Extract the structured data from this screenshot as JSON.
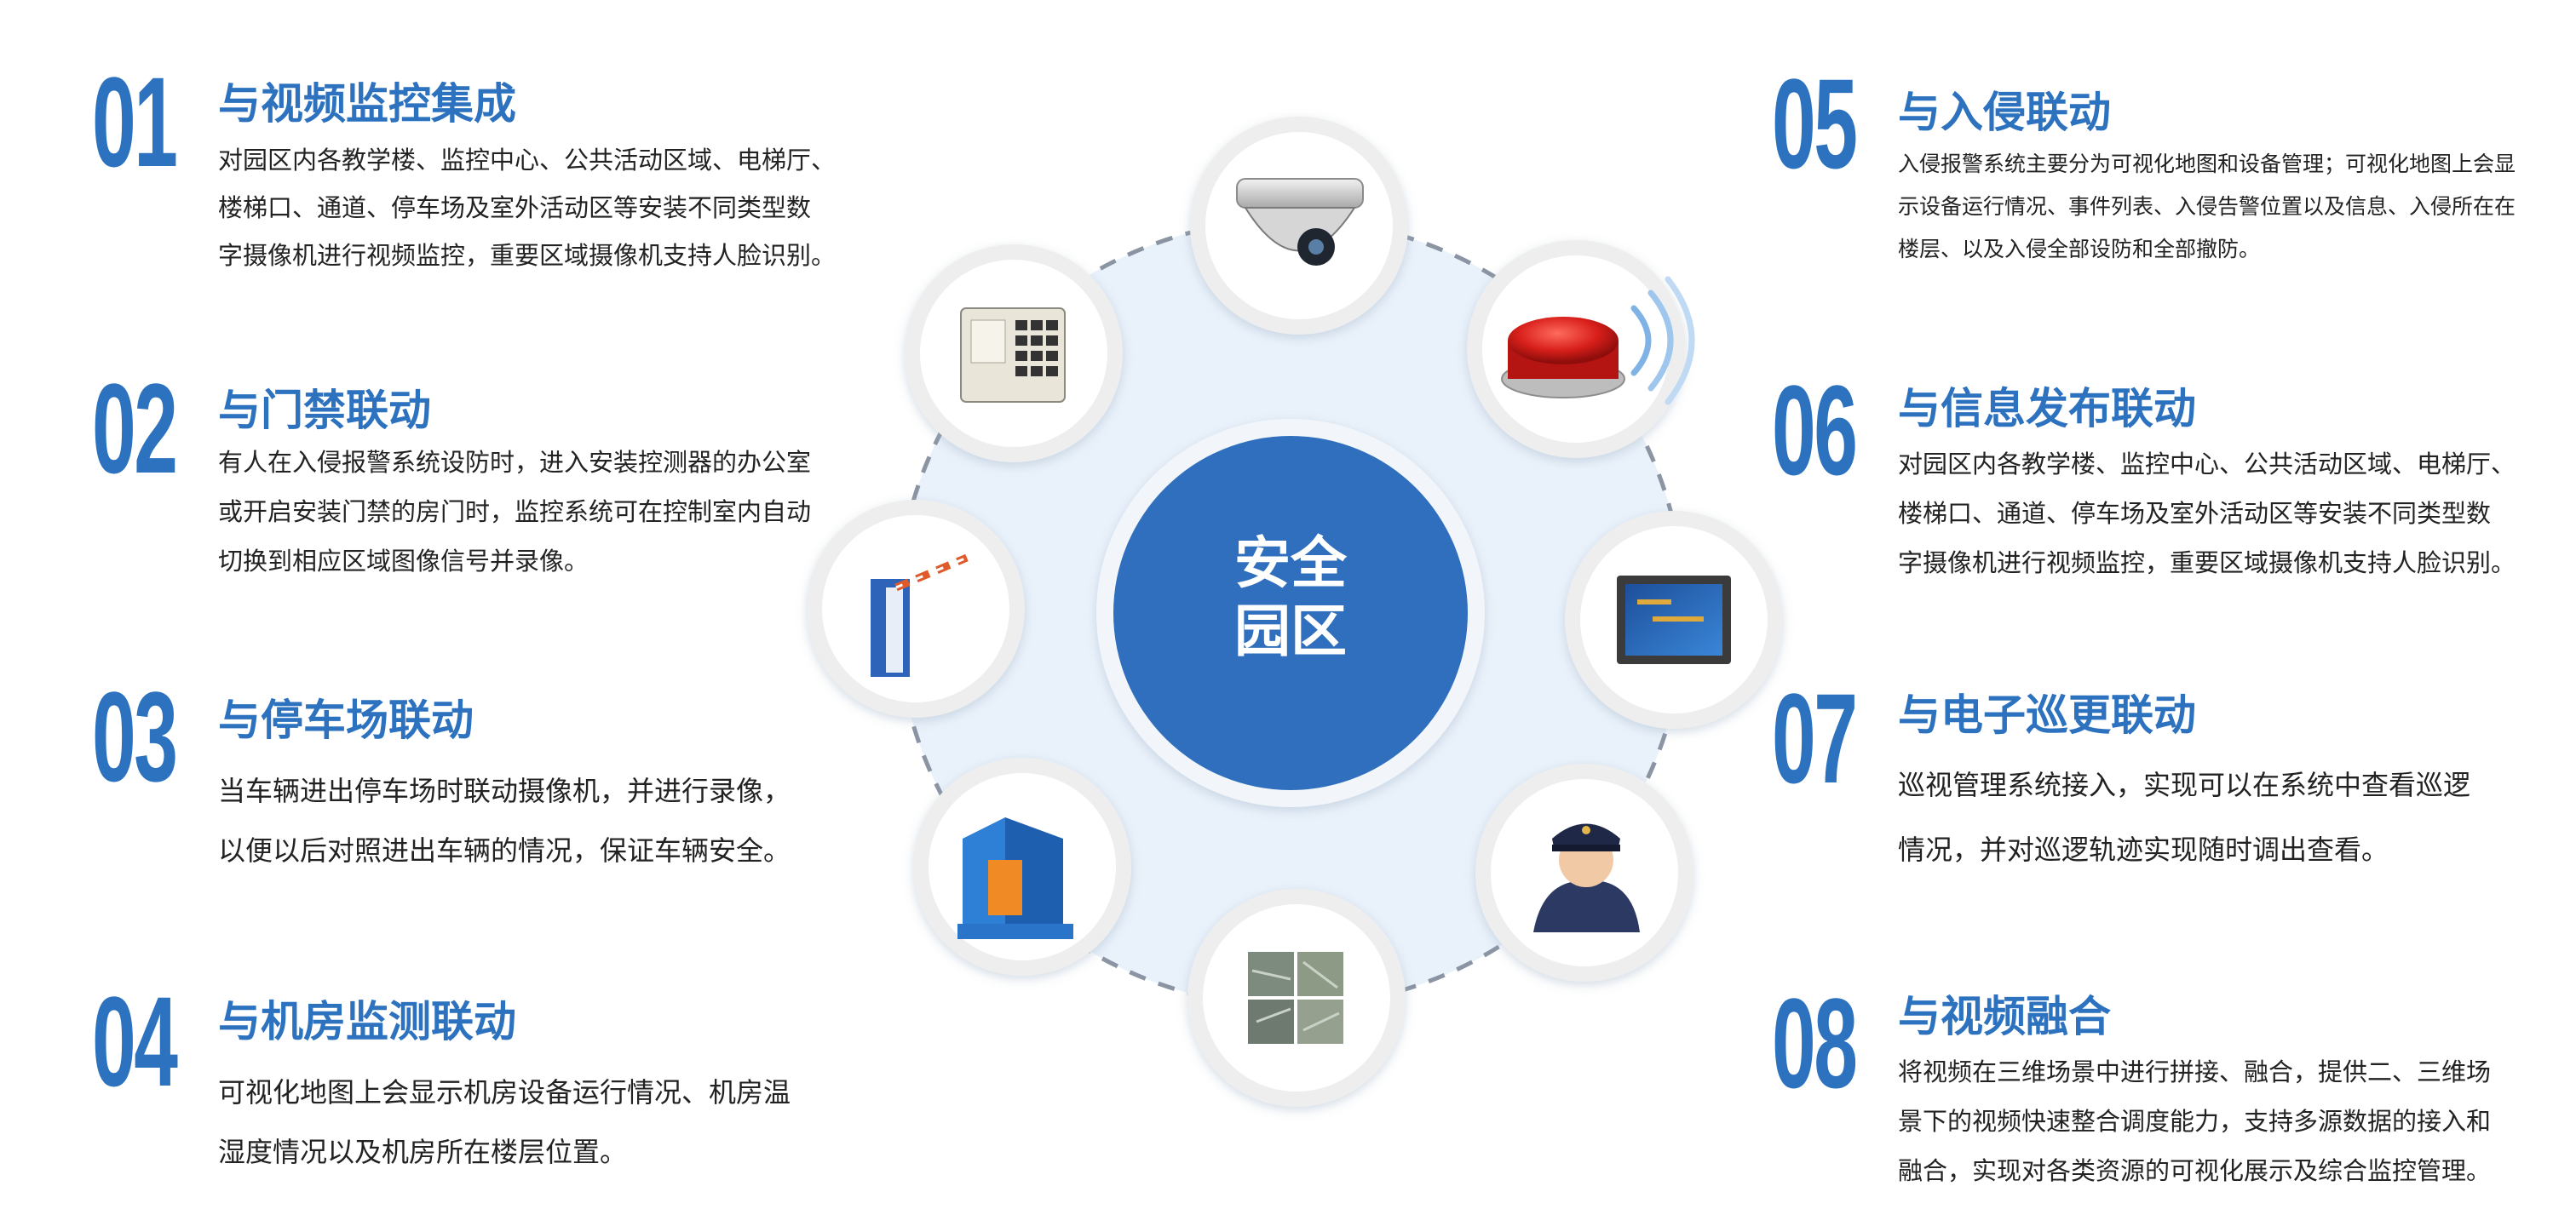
{
  "center": {
    "line1": "安全",
    "line2": "园区"
  },
  "colors": {
    "accent": "#2d72bf",
    "circle_bg": "#e9f1fa",
    "center_fill": "#2f6fbd"
  },
  "left_items": [
    {
      "number": "01",
      "title": "与视频监控集成",
      "desc": [
        "对园区内各教学楼、监控中心、公共活动区域、电梯厅、",
        "楼梯口、通道、停车场及室外活动区等安装不同类型数",
        "字摄像机进行视频监控，重要区域摄像机支持人脸识别。"
      ]
    },
    {
      "number": "02",
      "title": "与门禁联动",
      "desc": [
        "有人在入侵报警系统设防时，进入安装控测器的办公室",
        "或开启安装门禁的房门时，监控系统可在控制室内自动",
        "切换到相应区域图像信号并录像。"
      ]
    },
    {
      "number": "03",
      "title": "与停车场联动",
      "desc": [
        "当车辆进出停车场时联动摄像机，并进行录像，",
        "以便以后对照进出车辆的情况，保证车辆安全。"
      ]
    },
    {
      "number": "04",
      "title": "与机房监测联动",
      "desc": [
        "可视化地图上会显示机房设备运行情况、机房温",
        "湿度情况以及机房所在楼层位置。"
      ]
    }
  ],
  "right_items": [
    {
      "number": "05",
      "title": "与入侵联动",
      "desc": [
        "入侵报警系统主要分为可视化地图和设备管理；可视化地图上会显",
        "示设备运行情况、事件列表、入侵告警位置以及信息、入侵所在在",
        "楼层、以及入侵全部设防和全部撤防。"
      ]
    },
    {
      "number": "06",
      "title": "与信息发布联动",
      "desc": [
        "对园区内各教学楼、监控中心、公共活动区域、电梯厅、",
        "楼梯口、通道、停车场及室外活动区等安装不同类型数",
        "字摄像机进行视频监控，重要区域摄像机支持人脸识别。"
      ]
    },
    {
      "number": "07",
      "title": "与电子巡更联动",
      "desc": [
        "巡视管理系统接入，实现可以在系统中查看巡逻",
        "情况，并对巡逻轨迹实现随时调出查看。"
      ]
    },
    {
      "number": "08",
      "title": "与视频融合",
      "desc": [
        "将视频在三维场景中进行拼接、融合，提供二、三维场",
        "景下的视频快速整合调度能力，支持多源数据的接入和",
        "融合，实现对各类资源的可视化展示及综合监控管理。"
      ]
    }
  ],
  "icons": [
    "dome-camera-icon",
    "alarm-button-icon",
    "info-display-icon",
    "security-guard-icon",
    "video-wall-icon",
    "building-icon",
    "parking-barrier-icon",
    "access-keypad-icon"
  ]
}
